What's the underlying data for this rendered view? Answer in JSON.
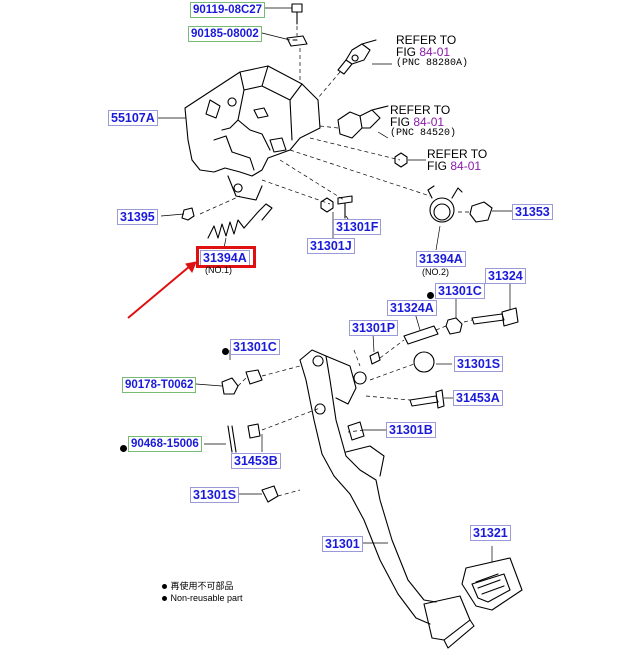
{
  "part_labels": {
    "p90119": "90119-08C27",
    "p90185": "90185-08002",
    "p55107A": "55107A",
    "p31395": "31395",
    "p31394A_1": "31394A",
    "p31394A_1_note": "(NO.1)",
    "p31301F": "31301F",
    "p31301J": "31301J",
    "p31394A_2": "31394A",
    "p31394A_2_note": "(NO.2)",
    "p31353": "31353",
    "p31324": "31324",
    "p31301C_right": "31301C",
    "p31324A": "31324A",
    "p31301P": "31301P",
    "p31301C_left": "31301C",
    "p90178": "90178-T0062",
    "p31301S_right": "31301S",
    "p31453A": "31453A",
    "p31301B": "31301B",
    "p90468": "90468-15006",
    "p31453B": "31453B",
    "p31301S_left": "31301S",
    "p31301": "31301",
    "p31321": "31321"
  },
  "references": [
    {
      "refer": "REFER TO",
      "fig_prefix": "FIG",
      "fig": "84-01",
      "pnc": "(PNC 88280A)"
    },
    {
      "refer": "REFER TO",
      "fig_prefix": "FIG",
      "fig": "84-01",
      "pnc": "(PNC 84520)"
    },
    {
      "refer": "REFER TO",
      "fig_prefix": "FIG",
      "fig": "84-01"
    }
  ],
  "legend": {
    "line1": "再使用不可部品",
    "line2": "Non-reusable part"
  },
  "colors": {
    "part_link": "#1a1adb",
    "fig_link": "#8a1aa8",
    "highlight": "#e01010",
    "arrow": "#e01010"
  }
}
